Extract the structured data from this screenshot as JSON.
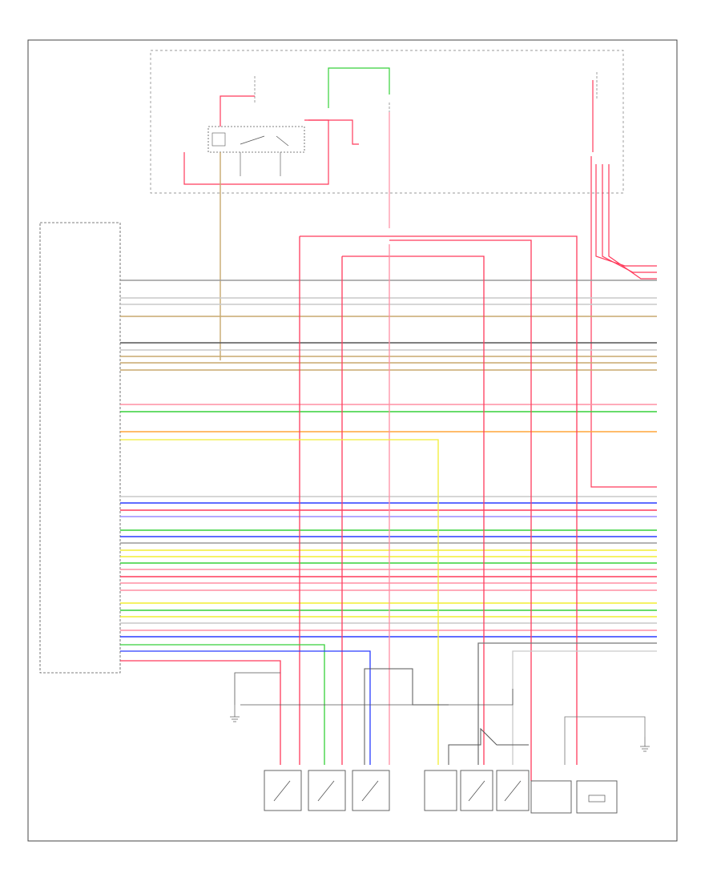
{
  "diagram": {
    "figure_code": "",
    "pcm_note": "",
    "pcm_connector_note": "",
    "fuse_box_title": "",
    "colors": {
      "red": "#ff3b5c",
      "pink": "#ff8fa3",
      "green": "#36d13a",
      "blue": "#2a3cff",
      "yellow": "#f2ee34",
      "orange": "#ffa53a",
      "tan": "#c8a96e",
      "gray": "#9a9a9a",
      "light_gray": "#c9c9c9",
      "dark_gray": "#555555",
      "lavender": "#9a8cff",
      "frame": "#444444"
    },
    "component_groups": [
      {
        "id": "bank1",
        "caption": ""
      },
      {
        "id": "bank2",
        "caption": ""
      }
    ],
    "components": [
      {
        "id": "coil1",
        "label": ""
      },
      {
        "id": "coil2",
        "label": ""
      },
      {
        "id": "coil3",
        "label": ""
      },
      {
        "id": "coil4",
        "label": ""
      },
      {
        "id": "coil5",
        "label": ""
      },
      {
        "id": "coil6",
        "label": ""
      },
      {
        "id": "sensor1",
        "label": ""
      },
      {
        "id": "sensor2",
        "label": ""
      }
    ]
  }
}
